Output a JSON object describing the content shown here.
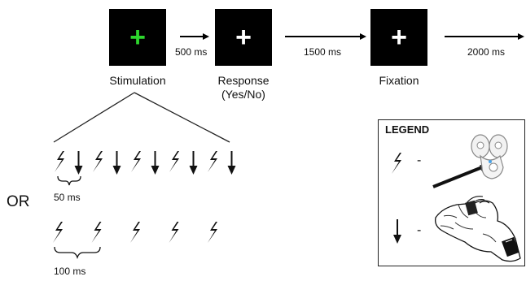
{
  "timeline": {
    "stages": [
      {
        "label": "Stimulation",
        "cross_color": "#2dd62d"
      },
      {
        "label": "Response\n(Yes/No)",
        "cross_color": "#ffffff"
      },
      {
        "label": "Fixation",
        "cross_color": "#ffffff"
      }
    ],
    "cross_symbol": "+",
    "durations": [
      "500 ms",
      "1500 ms",
      "2000 ms"
    ]
  },
  "sequences": {
    "pattern_a": [
      "lightning-icon",
      "down-arrow-icon",
      "lightning-icon",
      "down-arrow-icon",
      "lightning-icon",
      "down-arrow-icon",
      "lightning-icon",
      "down-arrow-icon",
      "lightning-icon",
      "down-arrow-icon"
    ],
    "pattern_a_interval": "50 ms",
    "or_label": "OR",
    "pattern_b": [
      "lightning-icon",
      "lightning-icon",
      "lightning-icon",
      "lightning-icon",
      "lightning-icon"
    ],
    "pattern_b_interval": "100 ms"
  },
  "legend": {
    "title": "LEGEND",
    "separator": "-",
    "items": [
      {
        "icon": "lightning-icon",
        "image": "electrical-stimulator-probe"
      },
      {
        "icon": "down-arrow-icon",
        "image": "hand-with-vibrator"
      }
    ]
  }
}
